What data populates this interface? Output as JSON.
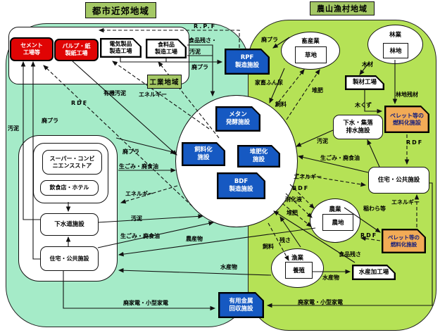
{
  "regions": {
    "urban_title": "都市近郊地域",
    "rural_title": "農山漁村地域",
    "industrial_zone": "工業地域"
  },
  "colors": {
    "urban_bg": "#a5ebc8",
    "rural_bg": "#b5e256",
    "facility_blue": "#1659c2",
    "factory_red": "#e00404",
    "fuel_orange": "#f2ab56",
    "title_green": "#a4c865"
  },
  "nodes": {
    "cement": "セメント\n工場等",
    "pulp_paper": "パルプ・紙\n製紙工場",
    "electronics": "電気製品\n製造工場",
    "food_factory": "食料品\n製造工場",
    "rpf": "RPF\n製造施設",
    "livestock": "畜産業",
    "grassland": "草地",
    "forestry": "林業",
    "forest_land": "林地",
    "sawmill": "製材工場",
    "pellet_top": "ペレット等の\n燃料化施設",
    "sewage_village": "下水・集落\n排水施設",
    "housing_right": "住宅・公共施設",
    "agriculture": "農業",
    "farmland": "農地",
    "pellet_bottom": "ペレット等の\n燃料化施設",
    "fishery": "漁業",
    "aquaculture": "養殖",
    "marine_processing": "水産加工場",
    "methane": "メタン\n発酵施設",
    "feed_plant": "飼料化\n施設",
    "compost_plant": "堆肥化\n施設",
    "bdf_plant": "BDF\n製造施設",
    "metal_recovery": "有用金属\n回収施設",
    "supermarket": "スーパー・コンビ\nニエンスストア",
    "restaurant": "飲食店・ホテル",
    "sewage_left": "下水道施設",
    "housing_left": "住宅・公共施設"
  },
  "edge_labels": {
    "rpf_top": "R.P.F",
    "food_residue_urban": "食品残さ・",
    "sludge_urban": "汚泥",
    "plastic_to_rpf": "廃プラ",
    "plastic_livestock": "廃プラ",
    "manure": "家畜ふん尿",
    "feed_to_livestock": "飼料",
    "compost_to_grassland": "堆肥",
    "wood": "木材",
    "forest_residue": "林地残材",
    "wood_scrap": "木くず",
    "rdf_to_housing": "RDF",
    "sludge_rural": "汚泥",
    "garbage_rural": "生ごみ・廃食油",
    "energy_rural": "エネルギー",
    "bdf_to_farm": "BDF",
    "digested_liquid": "消化液",
    "compost_to_farm": "堆肥",
    "energy_pellet": "エネルギー",
    "rice_straw": "稲わら等",
    "rdf_to_farm": "RDF",
    "residue_fishery": "残さ",
    "feed_to_fishery": "飼料",
    "food_residue_marine": "食品残さ",
    "marine_products": "水産物",
    "appliances_rural": "廃家電・小型家電",
    "appliances_urban": "廃家電・小型家電",
    "marine_products_long": "水産物",
    "agri_products": "農産物",
    "garbage_housing": "生ごみ・廃食油",
    "sludge_sewage": "汚泥",
    "energy_urban": "エネルギー",
    "garbage_stores": "生ごみ・廃食油",
    "plastic_stores": "廃プラ",
    "rdf_urban": "RDF",
    "organic_sludge": "有機汚泥",
    "energy_factories": "エネルギー",
    "plastic_housing": "廃プラ",
    "sludge_cement": "汚泥"
  }
}
